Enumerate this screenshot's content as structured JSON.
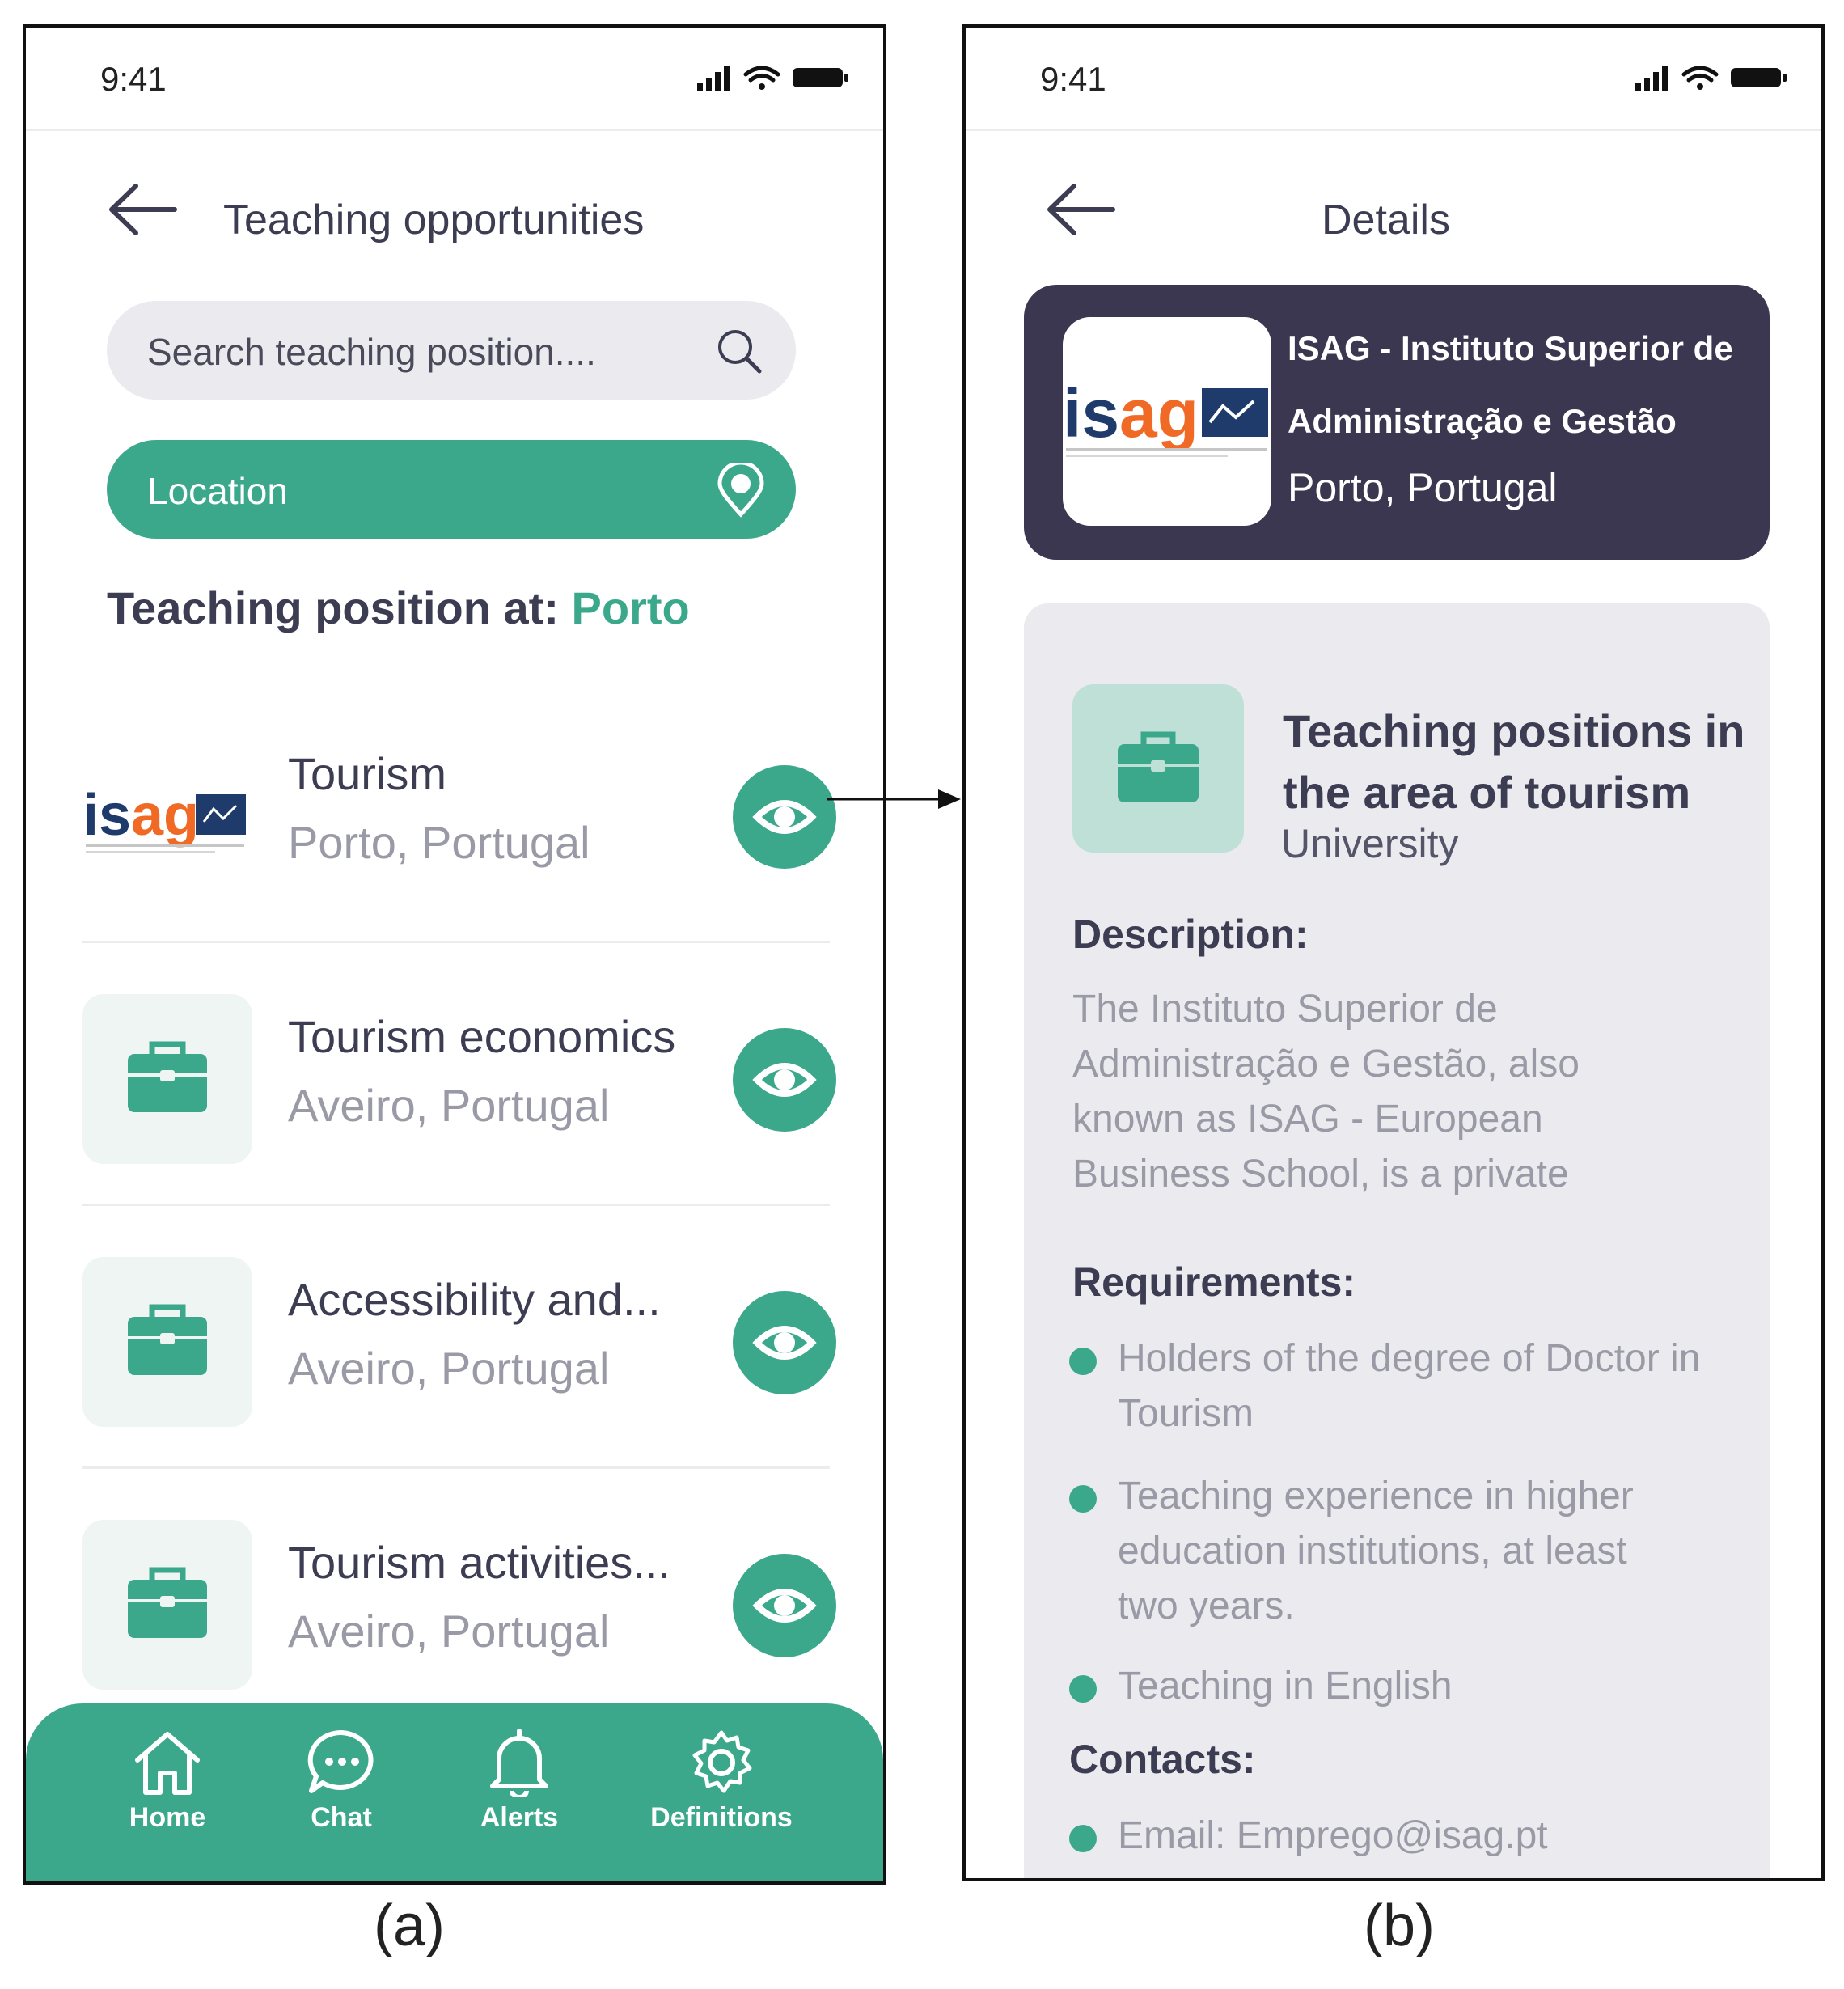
{
  "colors": {
    "accent": "#3ba88c",
    "dark_card": "#3b3750",
    "text": "#3c3c52",
    "muted": "#9a9aa6"
  },
  "phone_a": {
    "status_time": "9:41",
    "title": "Teaching opportunities",
    "search": {
      "placeholder": "Search teaching position....",
      "icon": "search-icon"
    },
    "location": {
      "label": "Location",
      "icon": "location-pin-icon"
    },
    "section": {
      "prefix": "Teaching position at:",
      "city": "Porto"
    },
    "items": [
      {
        "title": "Tourism",
        "location": "Porto, Portugal",
        "thumb": "isag-logo"
      },
      {
        "title": "Tourism economics",
        "location": "Aveiro, Portugal",
        "thumb": "briefcase-icon"
      },
      {
        "title": "Accessibility and...",
        "location": "Aveiro, Portugal",
        "thumb": "briefcase-icon"
      },
      {
        "title": "Tourism activities...",
        "location": "Aveiro, Portugal",
        "thumb": "briefcase-icon"
      }
    ],
    "tabs": [
      {
        "label": "Home",
        "icon": "home-icon"
      },
      {
        "label": "Chat",
        "icon": "chat-icon"
      },
      {
        "label": "Alerts",
        "icon": "bell-icon"
      },
      {
        "label": "Definitions",
        "icon": "gear-icon"
      }
    ]
  },
  "phone_b": {
    "status_time": "9:41",
    "title": "Details",
    "org": {
      "name": "ISAG - Instituto Superior de Administração e Gestão",
      "location": "Porto, Portugal",
      "logo_text": "isag"
    },
    "position": {
      "title": "Teaching positions in the area of tourism",
      "type": "University",
      "description_label": "Description:",
      "description": "The Instituto Superior de Administração e Gestão, also known as ISAG - European Business School, is a private",
      "requirements_label": "Requirements:",
      "requirements": [
        "Holders of the degree of Doctor in Tourism",
        "Teaching experience in higher education institutions, at least two years.",
        "Teaching in English"
      ],
      "contacts_label": "Contacts:",
      "contacts": [
        "Email: Emprego@isag.pt"
      ]
    }
  },
  "captions": {
    "a": "(a)",
    "b": "(b)"
  }
}
